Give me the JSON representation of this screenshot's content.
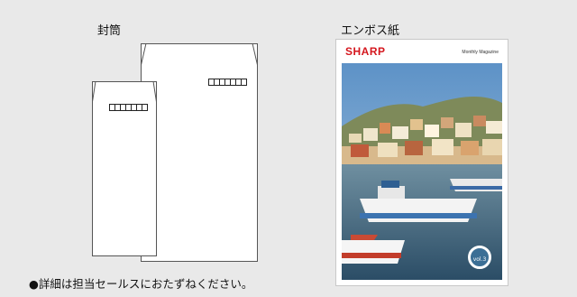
{
  "labels": {
    "envelope": "封筒",
    "emboss_paper": "エンボス紙"
  },
  "note": "●詳細は担当セールスにおたずねください。",
  "magazine": {
    "brand": "SHARP",
    "subtitle": "Monthly Magazine",
    "vol": "vol.3"
  },
  "colors": {
    "background": "#e9e9e9",
    "brand_red": "#d4161d"
  }
}
